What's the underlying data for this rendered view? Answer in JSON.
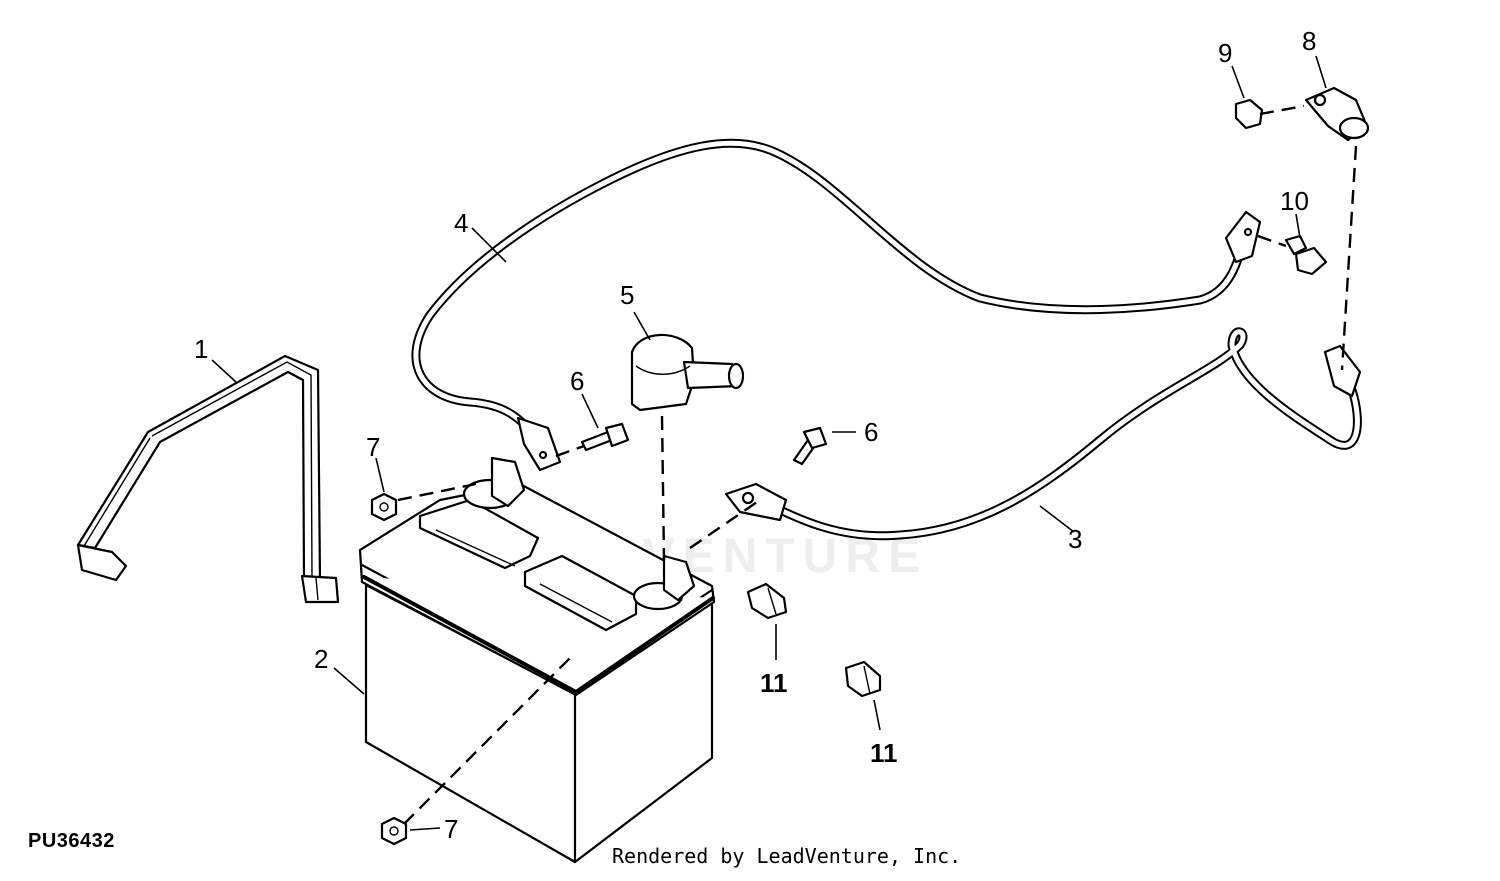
{
  "figure": {
    "id": "PU36432",
    "credit": "Rendered by LeadVenture, Inc.",
    "watermark": "LEADVENTURE"
  },
  "callouts": [
    {
      "key": "c1",
      "label": "1"
    },
    {
      "key": "c2",
      "label": "2"
    },
    {
      "key": "c3",
      "label": "3"
    },
    {
      "key": "c4",
      "label": "4"
    },
    {
      "key": "c5",
      "label": "5"
    },
    {
      "key": "c6a",
      "label": "6"
    },
    {
      "key": "c6b",
      "label": "6"
    },
    {
      "key": "c7a",
      "label": "7"
    },
    {
      "key": "c7b",
      "label": "7"
    },
    {
      "key": "c8",
      "label": "8"
    },
    {
      "key": "c9",
      "label": "9"
    },
    {
      "key": "c10",
      "label": "10"
    },
    {
      "key": "c11a",
      "label": "11"
    },
    {
      "key": "c11b",
      "label": "11"
    }
  ]
}
